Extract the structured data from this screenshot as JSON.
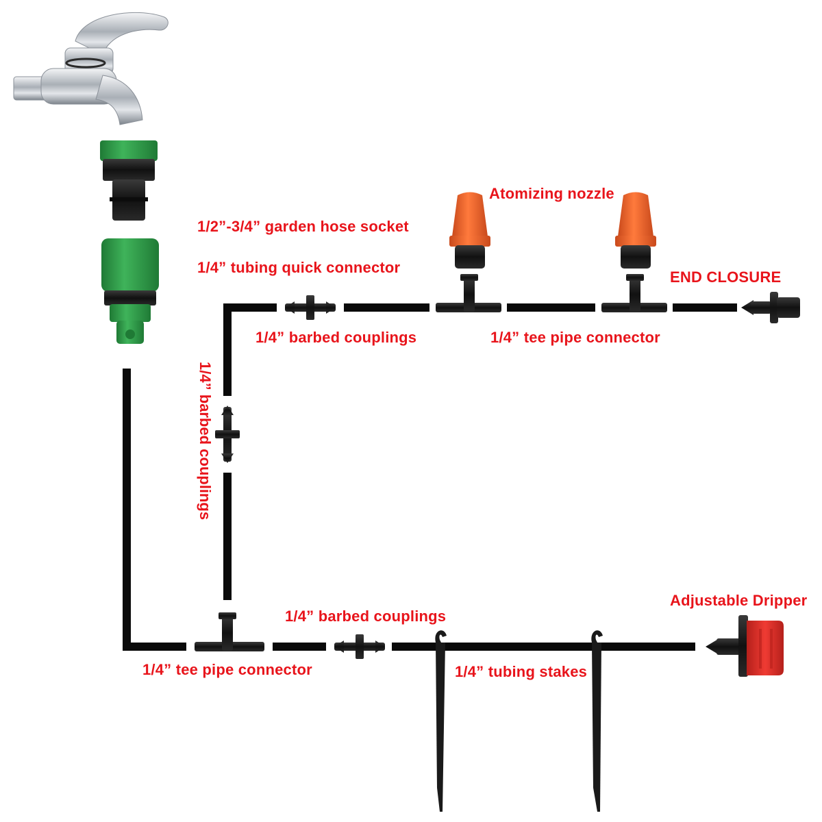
{
  "colors": {
    "label": "#e8141b",
    "tube": "#0a0a0a",
    "fitting": "#1c1c1c",
    "green": "#2e9c47",
    "green_dark": "#1f7a35",
    "nozzle_orange": "#f0632a",
    "dripper_red": "#e0312c",
    "chrome": "#b9bec4"
  },
  "labels": {
    "hose_socket": "1/2”-3/4” garden hose socket",
    "quick_connector": "1/4” tubing quick connector",
    "atomizing_nozzle": "Atomizing nozzle",
    "end_closure": "END CLOSURE",
    "barbed_couplings_top": "1/4” barbed couplings",
    "tee_connector_top": "1/4” tee pipe connector",
    "barbed_couplings_vertical": "1/4” barbed couplings",
    "adjustable_dripper": "Adjustable Dripper",
    "barbed_couplings_bottom": "1/4” barbed couplings",
    "tee_connector_bottom": "1/4” tee pipe connector",
    "tubing_stakes": "1/4” tubing stakes"
  }
}
